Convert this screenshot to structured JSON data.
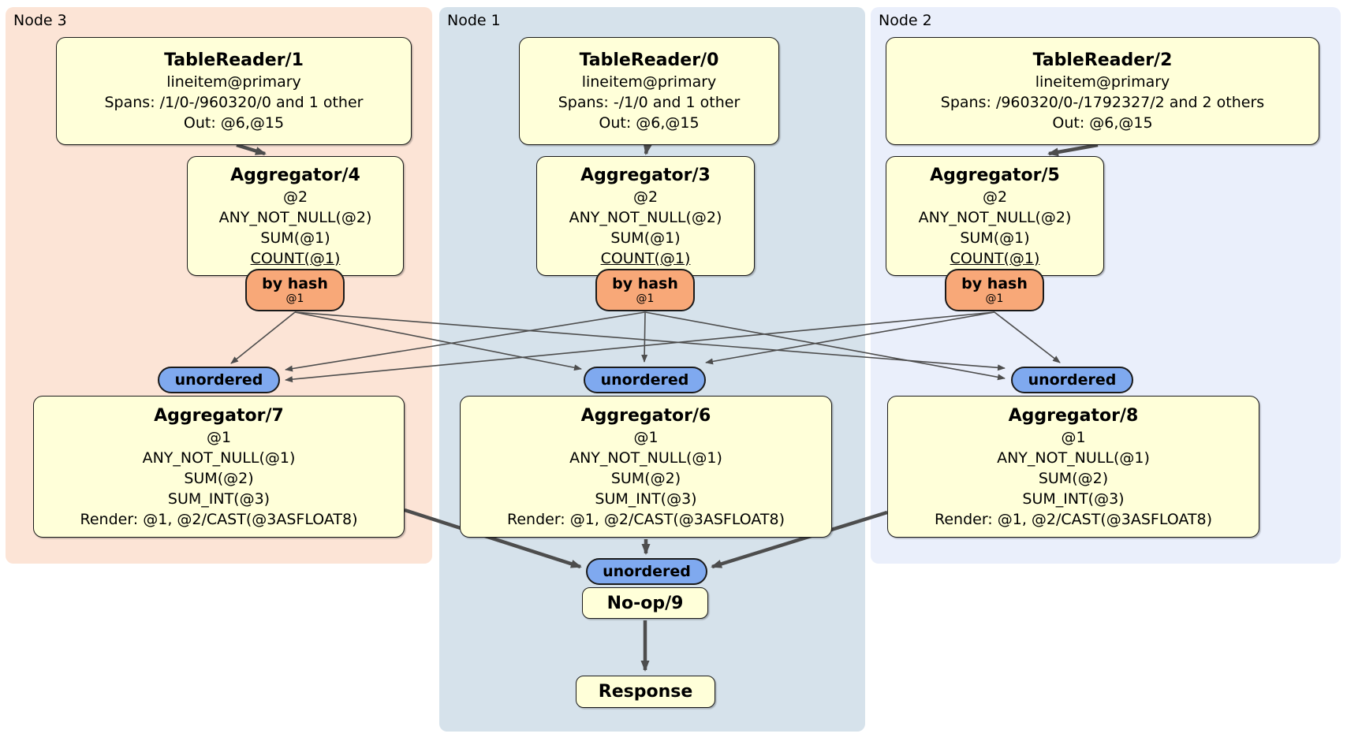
{
  "diagram": {
    "regions": [
      {
        "id": "node3",
        "label": "Node 3"
      },
      {
        "id": "node1",
        "label": "Node 1"
      },
      {
        "id": "node2",
        "label": "Node 2"
      }
    ],
    "nodes": {
      "tablereader1": {
        "title": "TableReader/1",
        "lines": [
          "lineitem@primary",
          "Spans: /1/0-/960320/0 and 1 other",
          "Out: @6,@15"
        ]
      },
      "tablereader0": {
        "title": "TableReader/0",
        "lines": [
          "lineitem@primary",
          "Spans: -/1/0 and 1 other",
          "Out: @6,@15"
        ]
      },
      "tablereader2": {
        "title": "TableReader/2",
        "lines": [
          "lineitem@primary",
          "Spans: /960320/0-/1792327/2 and 2 others",
          "Out: @6,@15"
        ]
      },
      "aggregator4": {
        "title": "Aggregator/4",
        "lines": [
          "@2",
          "ANY_NOT_NULL(@2)",
          "SUM(@1)"
        ],
        "underline": "COUNT(@1)"
      },
      "aggregator3": {
        "title": "Aggregator/3",
        "lines": [
          "@2",
          "ANY_NOT_NULL(@2)",
          "SUM(@1)"
        ],
        "underline": "COUNT(@1)"
      },
      "aggregator5": {
        "title": "Aggregator/5",
        "lines": [
          "@2",
          "ANY_NOT_NULL(@2)",
          "SUM(@1)"
        ],
        "underline": "COUNT(@1)"
      },
      "aggregator7": {
        "title": "Aggregator/7",
        "lines": [
          "@1",
          "ANY_NOT_NULL(@1)",
          "SUM(@2)",
          "SUM_INT(@3)",
          "Render: @1, @2/CAST(@3ASFLOAT8)"
        ]
      },
      "aggregator6": {
        "title": "Aggregator/6",
        "lines": [
          "@1",
          "ANY_NOT_NULL(@1)",
          "SUM(@2)",
          "SUM_INT(@3)",
          "Render: @1, @2/CAST(@3ASFLOAT8)"
        ]
      },
      "aggregator8": {
        "title": "Aggregator/8",
        "lines": [
          "@1",
          "ANY_NOT_NULL(@1)",
          "SUM(@2)",
          "SUM_INT(@3)",
          "Render: @1, @2/CAST(@3ASFLOAT8)"
        ]
      },
      "noop": {
        "title": "No-op/9"
      },
      "response": {
        "title": "Response"
      }
    },
    "router": {
      "label": "by hash",
      "detail": "@1"
    },
    "sync": {
      "label": "unordered"
    }
  },
  "colors": {
    "region_node3": "#fce4d6",
    "region_node1": "#d6e2eb",
    "region_node2": "#eaeffb",
    "processor_fill": "#ffffd9",
    "router_fill": "#f8a878",
    "sync_fill": "#7fa9ef",
    "border": "#1a1a1a",
    "edge": "#4d4d4d"
  }
}
